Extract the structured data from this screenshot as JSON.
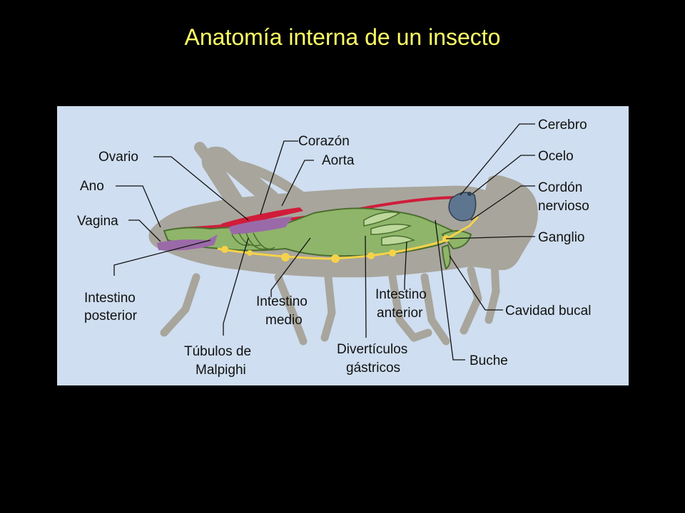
{
  "title": "Anatomía interna de un insecto",
  "colors": {
    "background": "#000000",
    "title": "#ffff66",
    "panel": "#cfdef0",
    "body": "#a8a59c",
    "digestive": "#8fb56a",
    "digestive_outline": "#4a6e2e",
    "heart": "#d01c3a",
    "ovary": "#9a6aa8",
    "nerve": "#f5d24a",
    "brain": "#5e7590"
  },
  "labels": {
    "ovario": "Ovario",
    "ano": "Ano",
    "vagina": "Vagina",
    "intestino_posterior_1": "Intestino",
    "intestino_posterior_2": "posterior",
    "corazon": "Corazón",
    "aorta": "Aorta",
    "tubulos_1": "Túbulos de",
    "tubulos_2": "Malpighi",
    "intestino_medio_1": "Intestino",
    "intestino_medio_2": "medio",
    "diverticulos_1": "Divertículos",
    "diverticulos_2": "gástricos",
    "intestino_anterior_1": "Intestino",
    "intestino_anterior_2": "anterior",
    "cerebro": "Cerebro",
    "ocelo": "Ocelo",
    "cordon_1": "Cordón",
    "cordon_2": "nervioso",
    "ganglio": "Ganglio",
    "cavidad_bucal": "Cavidad bucal",
    "buche": "Buche"
  }
}
